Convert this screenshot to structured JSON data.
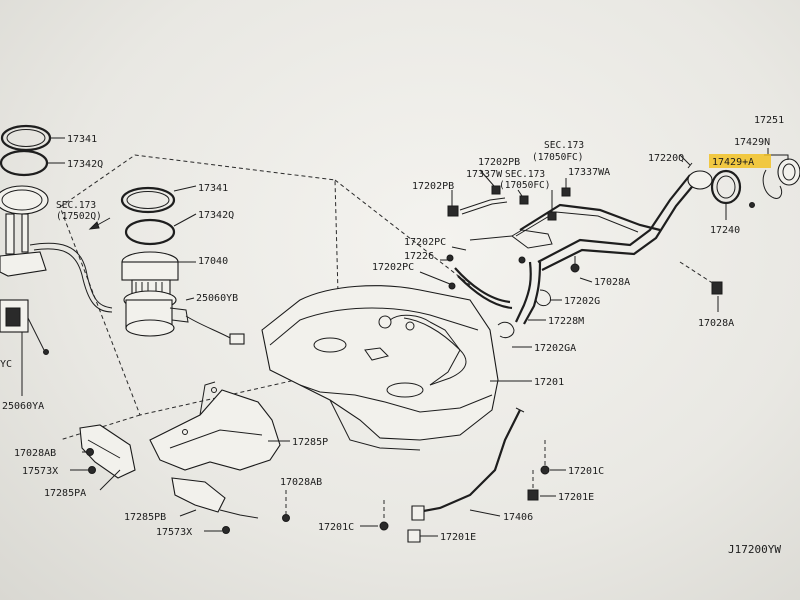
{
  "parts": {
    "p17341_top": "17341",
    "p17342q_top": "17342Q",
    "sec173_left": "SEC.173",
    "sec173_left_sub": "(17502Q)",
    "p17341_mid": "17341",
    "p17342q_mid": "17342Q",
    "p17040": "17040",
    "p25060yb": "25060YB",
    "p25060ya": "25060YA",
    "p_yc": "YC",
    "p17028ab_left": "17028AB",
    "p17573x_left": "17573X",
    "p17285pa": "17285PA",
    "p17285p": "17285P",
    "p17285pb": "17285PB",
    "p17573x_bot": "17573X",
    "p17028ab_bot": "17028AB",
    "p17201c_bot": "17201C",
    "p17201e_bot": "17201E",
    "p17406": "17406",
    "p17201e_right": "17201E",
    "p17201c_right": "17201C",
    "p17201": "17201",
    "p17202ga": "17202GA",
    "p17228m": "17228M",
    "p17202g": "17202G",
    "p17028a_mid": "17028A",
    "p17028a_right": "17028A",
    "p17240": "17240",
    "p17202pc_a": "17202PC",
    "p17226": "17226",
    "p17202pc_b": "17202PC",
    "p17202pb_a": "17202PB",
    "p17202pb_b": "17202PB",
    "p17337w": "17337W",
    "sec173_mid": "SEC.173",
    "sec173_mid_sub": "(17050FC)",
    "sec173_top": "SEC.173",
    "sec173_top_sub": "(17050FC)",
    "p17337wa": "17337WA",
    "p17220q": "17220Q",
    "p17251": "17251",
    "p17429n": "17429N",
    "p17429a": "17429+A",
    "diagram_code": "J17200YW"
  },
  "highlight_color": "#f2c224"
}
